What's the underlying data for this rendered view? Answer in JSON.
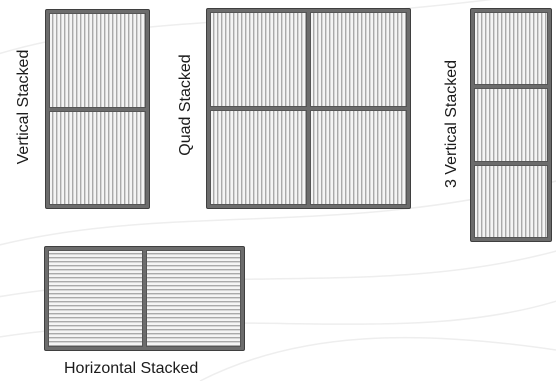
{
  "panels": {
    "vertical_stacked": {
      "label": "Vertical Stacked",
      "panes": 2
    },
    "quad_stacked": {
      "label": "Quad Stacked",
      "panes": 4
    },
    "three_vertical_stacked": {
      "label": "3 Vertical Stacked",
      "panes": 3
    },
    "horizontal_stacked": {
      "label": "Horizontal Stacked",
      "panes": 2
    }
  },
  "colors": {
    "frame": "#6c6c6c",
    "grille_light": "#f4f4f4",
    "grille_dark": "#a9a9a9",
    "text": "#1b1b1b"
  }
}
